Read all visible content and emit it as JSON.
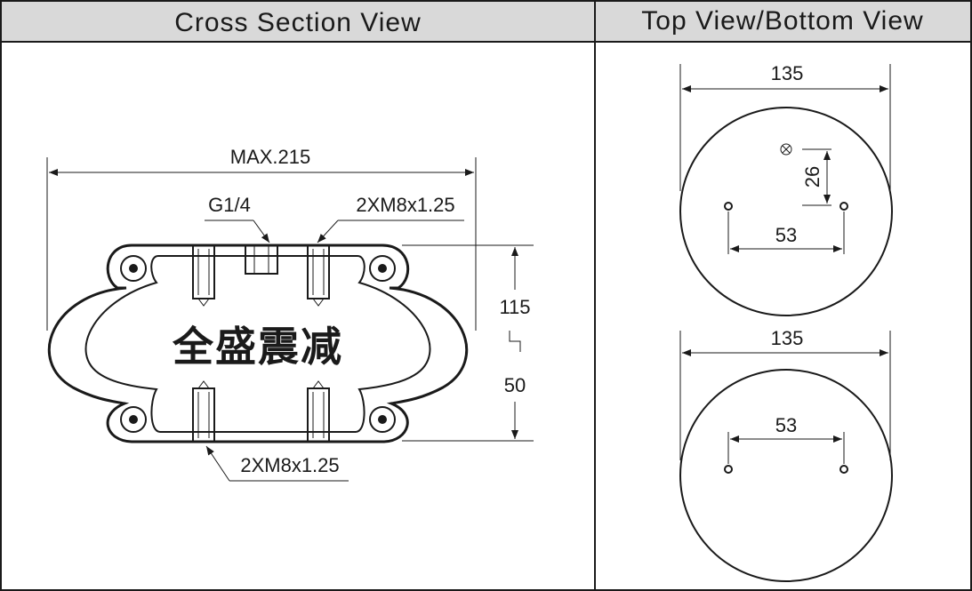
{
  "panels": {
    "cross_section": {
      "title": "Cross Section View",
      "dims": {
        "max_width": "MAX.215",
        "port": "G1/4",
        "top_studs": "2XM8x1.25",
        "max_height": "115",
        "min_height": "50",
        "bottom_studs": "2XM8x1.25"
      },
      "watermark": "全盛震减"
    },
    "top_bottom": {
      "title": "Top View/Bottom View",
      "top": {
        "diameter": "135",
        "offset": "26",
        "spacing": "53"
      },
      "bottom": {
        "diameter": "135",
        "spacing": "53"
      }
    }
  },
  "colors": {
    "header_bg": "#d9d9d9",
    "line": "#1a1a1a",
    "watermark": "#9a9a9a"
  }
}
